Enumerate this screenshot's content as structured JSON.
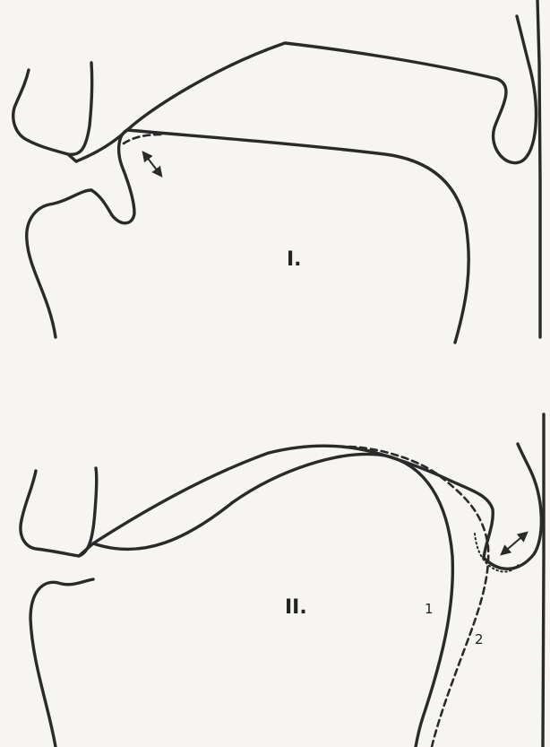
{
  "panels": [
    {
      "label": "I."
    },
    {
      "label": "II.",
      "curve_labels": [
        "1",
        "2"
      ]
    }
  ],
  "colors": {
    "line": "#2a2a2a",
    "paper": "#f6f5f2"
  },
  "icons": [
    "double-arrow-icon"
  ]
}
